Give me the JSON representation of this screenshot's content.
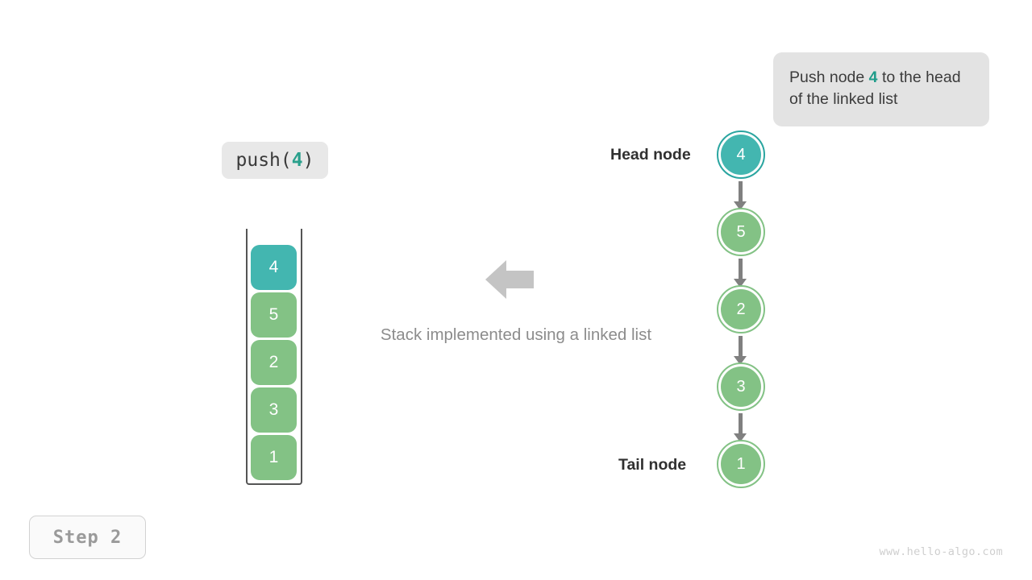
{
  "callout": {
    "name": "push-explanation-tooltip",
    "text_before": "Push node ",
    "highlight": "4",
    "text_after": " to the head of the linked list"
  },
  "operation": {
    "prefix": "push(",
    "value": "4",
    "suffix": ")"
  },
  "step_badge": {
    "label": "Step 2"
  },
  "watermark": {
    "text": "www.hello-algo.com"
  },
  "caption": {
    "text": "Stack implemented using a linked list"
  },
  "stack": {
    "cells": [
      {
        "value": "4",
        "state": "highlight"
      },
      {
        "value": "5",
        "state": "normal"
      },
      {
        "value": "2",
        "state": "normal"
      },
      {
        "value": "3",
        "state": "normal"
      },
      {
        "value": "1",
        "state": "normal"
      }
    ]
  },
  "linked_list": {
    "head_label": "Head node",
    "tail_label": "Tail node",
    "nodes": [
      {
        "value": "4",
        "state": "highlight"
      },
      {
        "value": "5",
        "state": "normal"
      },
      {
        "value": "2",
        "state": "normal"
      },
      {
        "value": "3",
        "state": "normal"
      },
      {
        "value": "1",
        "state": "normal"
      }
    ]
  },
  "icons": {
    "flow_arrow": "left-arrow-icon"
  },
  "colors": {
    "highlight_teal": "#43b6b0",
    "node_green": "#83c285",
    "connector_gray": "#808080",
    "callout_bg": "#e3e3e3",
    "text_gray": "#8c8c8c"
  }
}
